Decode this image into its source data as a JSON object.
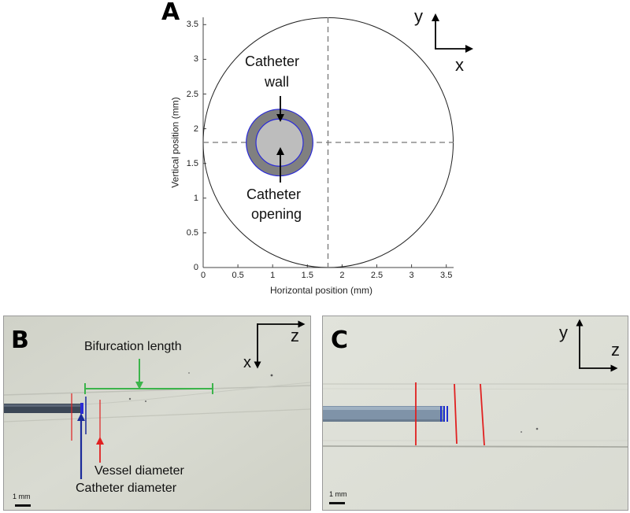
{
  "panel_a": {
    "letter": "A",
    "x_axis_label": "Horizontal position (mm)",
    "y_axis_label": "Vertical position (mm)",
    "x_ticks": [
      "0",
      "0.5",
      "1",
      "1.5",
      "2",
      "2.5",
      "3",
      "3.5"
    ],
    "y_ticks": [
      "0",
      "0.5",
      "1",
      "1.5",
      "2",
      "2.5",
      "3",
      "3.5"
    ],
    "annotation_wall": [
      "Catheter",
      "wall"
    ],
    "annotation_opening": [
      "Catheter",
      "opening"
    ],
    "axis_y": "y",
    "axis_x": "x",
    "vessel": {
      "center": [
        1.8,
        1.8
      ],
      "radius": 1.8
    },
    "catheter_outer": {
      "center": [
        1.1,
        1.8
      ],
      "radius": 0.48
    },
    "catheter_inner": {
      "center": [
        1.1,
        1.8
      ],
      "radius": 0.34
    },
    "colors": {
      "catheter_wall": "#808080",
      "catheter_opening": "#bdbdbd",
      "catheter_edge": "#2b2bd6",
      "crosshair": "#777777"
    }
  },
  "panel_b": {
    "letter": "B",
    "axis_z": "z",
    "axis_x": "x",
    "label_bifurcation": "Bifurcation length",
    "label_vessel": "Vessel diameter",
    "label_catheter": "Catheter diameter",
    "scale_bar": "1 mm",
    "colors": {
      "bifurcation": "#3cb44b",
      "vessel": "#e02020",
      "catheter": "#1a2a9a",
      "background": "#d7d9cf"
    }
  },
  "panel_c": {
    "letter": "C",
    "axis_y": "y",
    "axis_z": "z",
    "scale_bar": "1 mm",
    "colors": {
      "marker": "#e02020",
      "catheter_tip": "#2030d0",
      "background": "#e0e2da"
    }
  }
}
